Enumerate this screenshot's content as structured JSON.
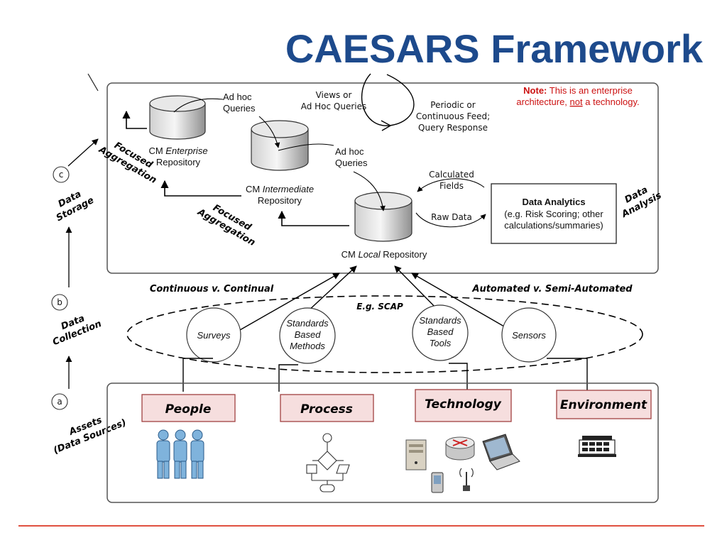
{
  "title": "CAESARS Framework",
  "colors": {
    "title": "#1d4a8c",
    "note": "#cc1111",
    "asset_fill": "#f6dede",
    "asset_stroke": "#a04040",
    "rule": "#e05040"
  },
  "note": {
    "label": "Note:",
    "line1_rest": " This is an enterprise",
    "line2_pre": "architecture, ",
    "line2_not": "not",
    "line2_post": " a technology."
  },
  "repos": {
    "enterprise": {
      "pre": "CM ",
      "ital": "Enterprise",
      "line2": "Repository"
    },
    "intermediate": {
      "pre": "CM ",
      "ital": "Intermediate",
      "line2": "Repository"
    },
    "local": {
      "pre": "CM ",
      "ital": "Local",
      "post": " Repository"
    }
  },
  "queries": {
    "adhoc1": [
      "Ad hoc",
      "Queries"
    ],
    "adhoc2": [
      "Ad hoc",
      "Queries"
    ],
    "views": [
      "Views or",
      "Ad Hoc Queries"
    ],
    "periodic": [
      "Periodic or",
      "Continuous Feed;",
      "Query Response"
    ]
  },
  "focused_aggregation": [
    "Focused",
    "Aggregation"
  ],
  "calculated_fields": [
    "Calculated",
    "Fields"
  ],
  "raw_data": "Raw Data",
  "data_analytics": {
    "title": "Data Analytics",
    "line2": "(e.g. Risk Scoring; other",
    "line3": "calculations/summaries)"
  },
  "data_analysis": [
    "Data",
    "Analysis"
  ],
  "continuous": "Continuous v. Continual",
  "automated": "Automated v. Semi-Automated",
  "scap": "E.g. SCAP",
  "collectors": {
    "surveys": [
      "Surveys"
    ],
    "std_methods": [
      "Standards",
      "Based",
      "Methods"
    ],
    "std_tools": [
      "Standards",
      "Based",
      "Tools"
    ],
    "sensors": [
      "Sensors"
    ]
  },
  "stages": {
    "c": {
      "letter": "c",
      "lines": [
        "Data",
        "Storage"
      ]
    },
    "b": {
      "letter": "b",
      "lines": [
        "Data",
        "Collection"
      ]
    },
    "a": {
      "letter": "a",
      "lines": [
        "Assets",
        "(Data Sources)"
      ]
    }
  },
  "assets": [
    "People",
    "Process",
    "Technology",
    "Environment"
  ]
}
